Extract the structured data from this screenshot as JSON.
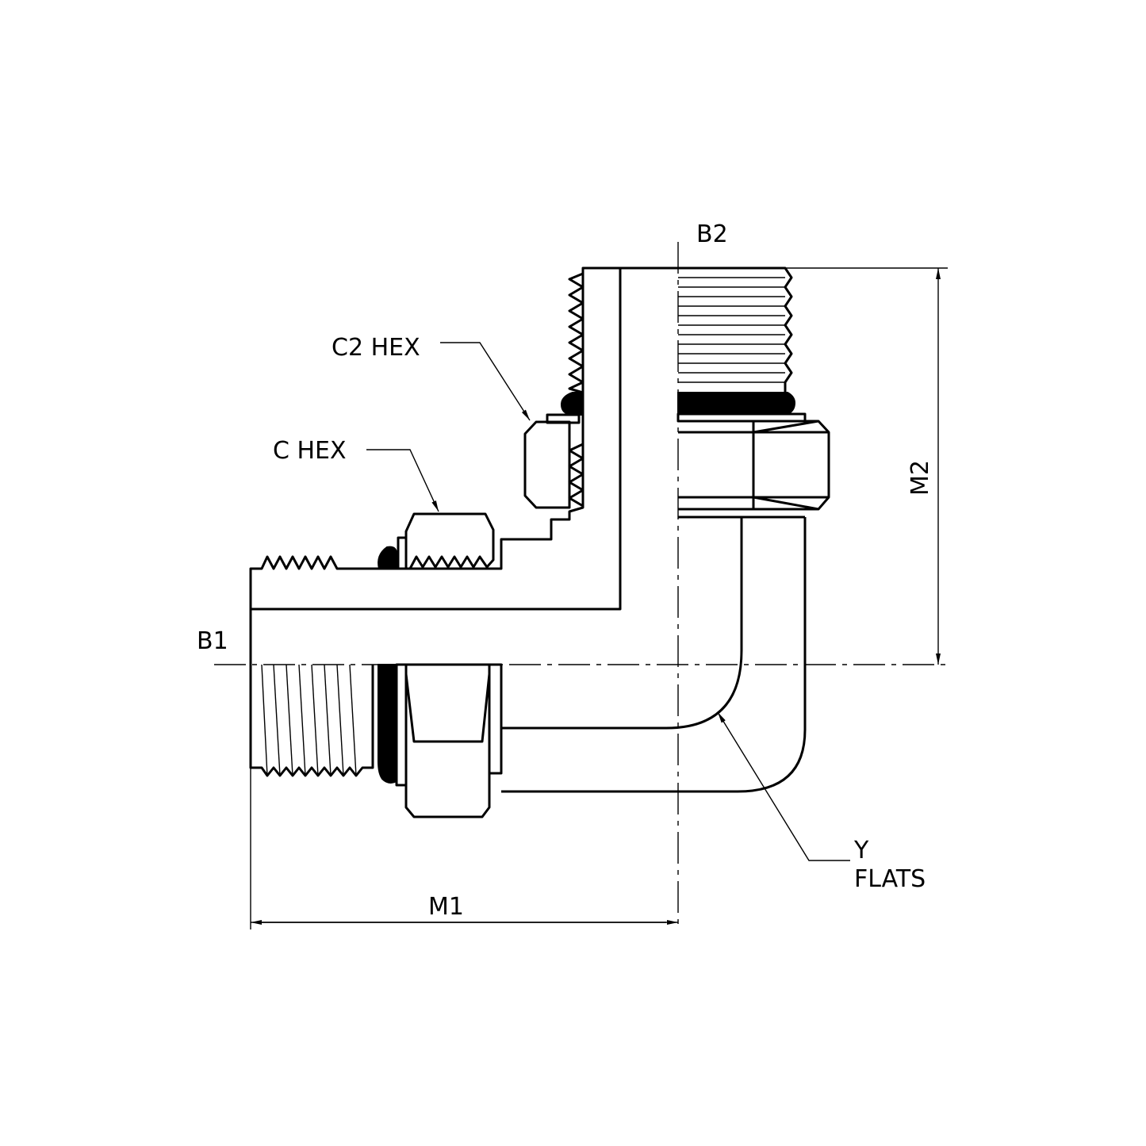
{
  "drawing": {
    "title": "90 degree elbow fitting, O-ring boss both ends",
    "labels": {
      "b1": "B1",
      "b2": "B2",
      "c_hex": "C HEX",
      "c2_hex": "C2 HEX",
      "y": "Y",
      "flats": "FLATS",
      "m1": "M1",
      "m2": "M2"
    },
    "colors": {
      "line": "#000000",
      "background": "#ffffff"
    }
  }
}
